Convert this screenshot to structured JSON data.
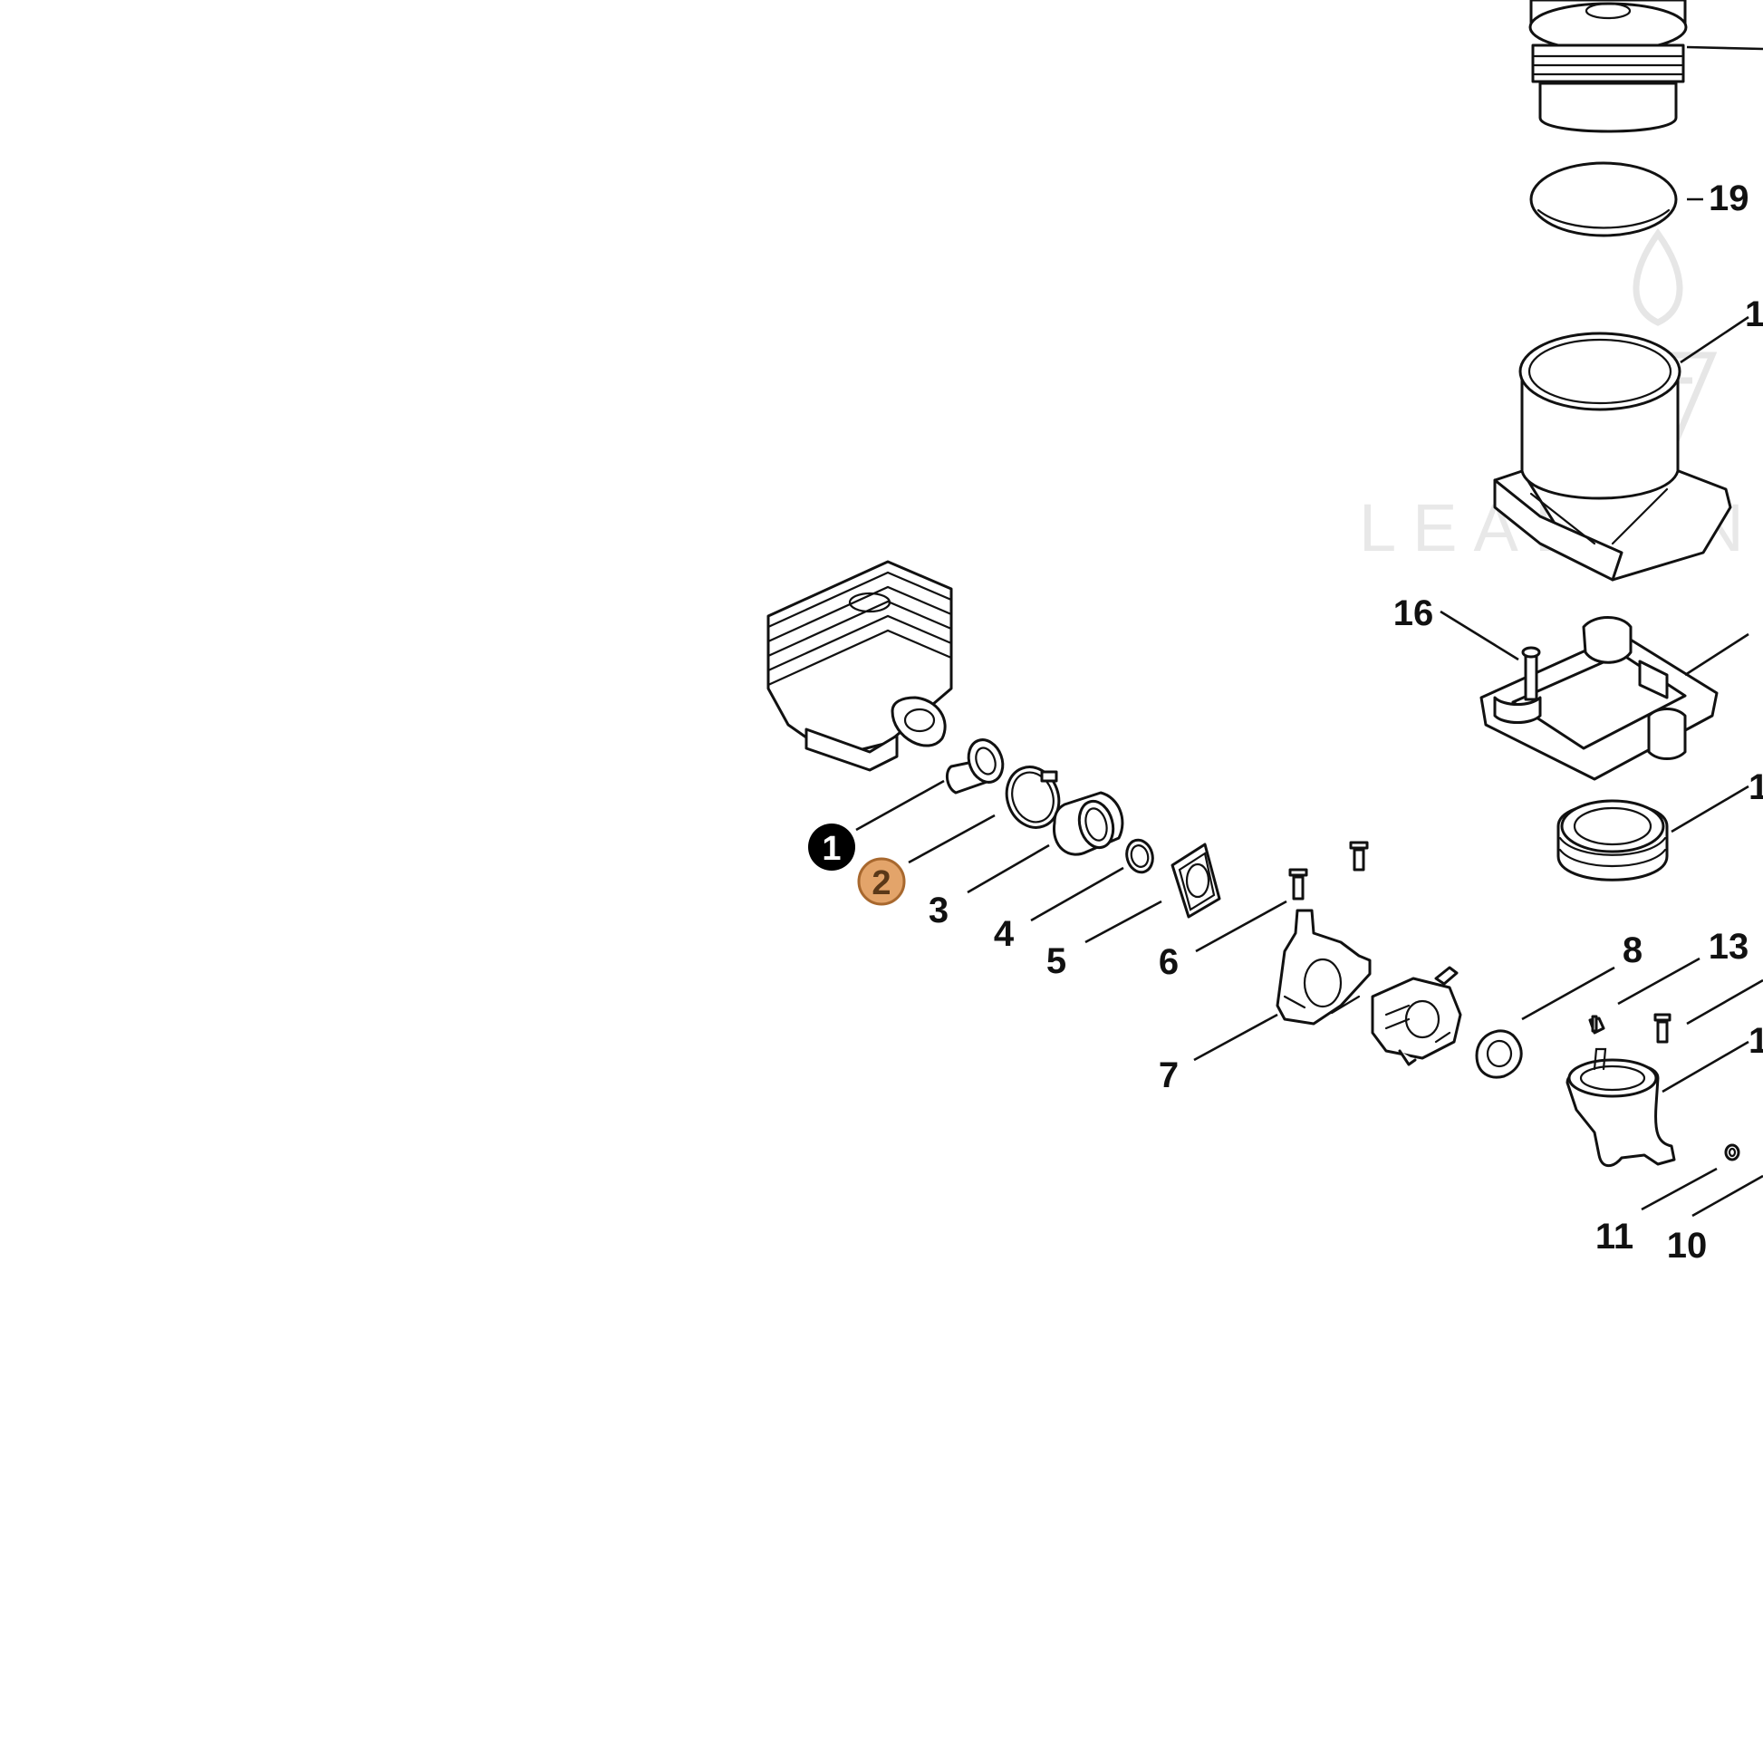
{
  "watermark": {
    "text": "LEADVIN"
  },
  "callouts": {
    "c1": "1",
    "c2": "2"
  },
  "labels": {
    "l3": "3",
    "l4": "4",
    "l5": "5",
    "l6": "6",
    "l7": "7",
    "l8": "8",
    "l13": "13",
    "l16": "16",
    "l11": "11",
    "l10": "10",
    "l19": "19",
    "l18_partial": "1",
    "l15_partial": "1",
    "l12_partial": "1"
  },
  "colors": {
    "line": "#111111",
    "callout_1_fill": "#000000",
    "callout_2_fill": "#e3a46a",
    "callout_2_stroke": "#a8682e",
    "watermark": "#e6e6e6"
  }
}
